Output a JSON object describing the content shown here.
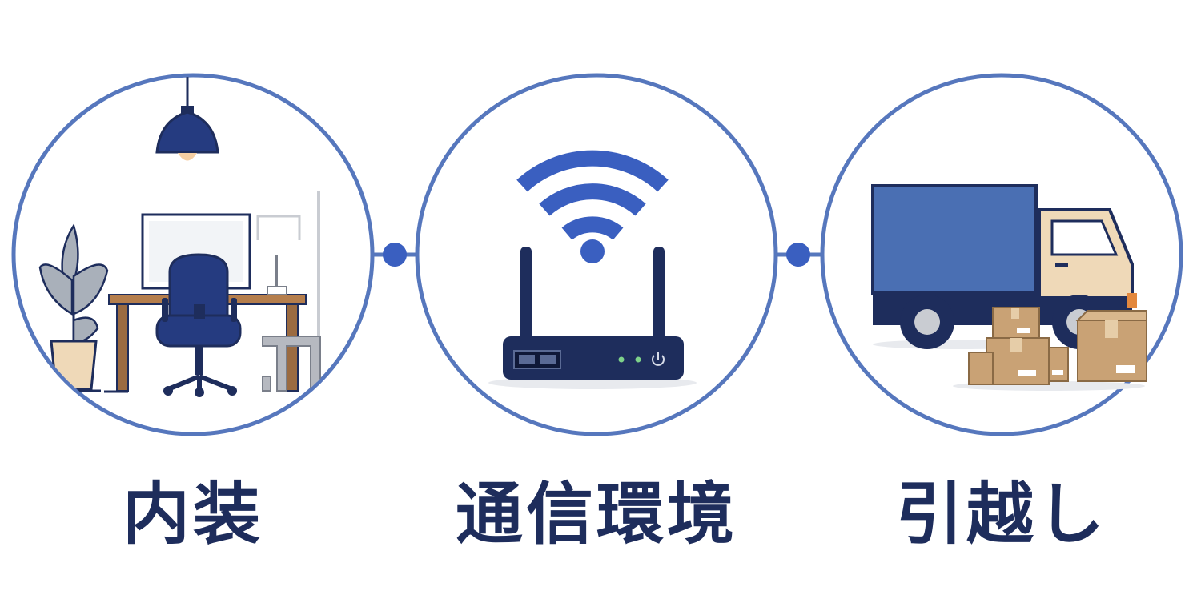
{
  "colors": {
    "ring": "#5677bd",
    "navy": "#1e2d5c",
    "accent_blue": "#3a5fc0",
    "truck_blue": "#4a6fb3",
    "cardboard": "#c9a275",
    "beige": "#efd9b8",
    "wood": "#9b6b41",
    "grey": "#a9acb4"
  },
  "steps": [
    {
      "label": "内装",
      "icon": "office-interior-icon"
    },
    {
      "label": "通信環境",
      "icon": "wifi-router-icon"
    },
    {
      "label": "引越し",
      "icon": "moving-truck-icon"
    }
  ]
}
